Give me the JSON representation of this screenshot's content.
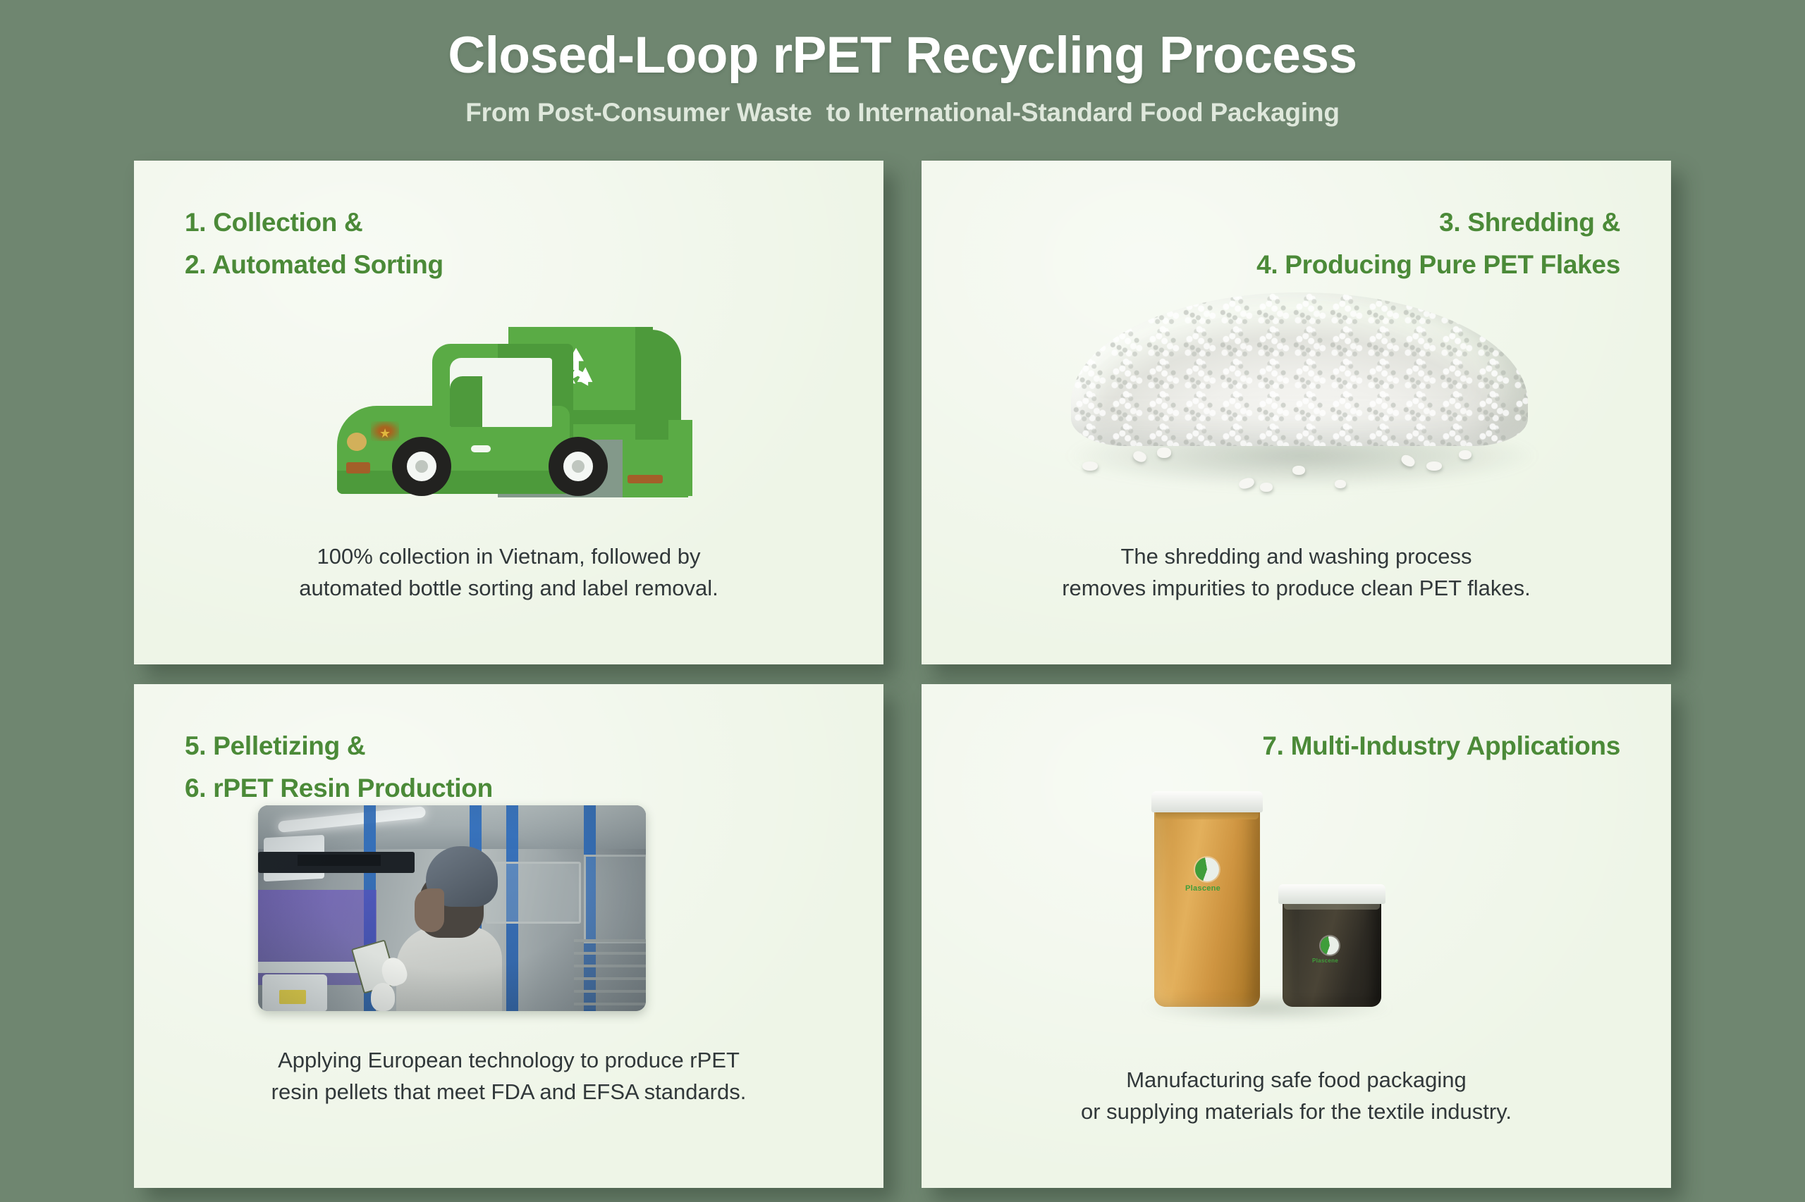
{
  "header": {
    "title": "Closed-Loop rPET Recycling Process",
    "subtitle": "From Post-Consumer Waste  to International-Standard Food Packaging"
  },
  "theme": {
    "background": "#6f8670",
    "card_background": "#eef5e7",
    "heading_green": "#4b8a38",
    "title_white": "#ffffff",
    "subtitle_green": "#dfe8dc",
    "body_text": "#31383a"
  },
  "cards": [
    {
      "id": "collection-sorting",
      "heading_align": "left",
      "heading_lines": [
        "1. Collection &",
        "2. Automated Sorting"
      ],
      "caption_lines": [
        "100% collection in Vietnam, followed by",
        "automated bottle sorting and label removal."
      ],
      "media": {
        "type": "illustration",
        "name": "recycling-truck-illustration",
        "alt": "Green recycling garbage truck with white recycling symbol and Vietnam flag star emblem"
      }
    },
    {
      "id": "shredding-flakes",
      "heading_align": "right",
      "heading_lines": [
        "3. Shredding &",
        "4. Producing Pure PET Flakes"
      ],
      "caption_lines": [
        "The shredding and washing process",
        "removes impurities to produce clean PET flakes."
      ],
      "media": {
        "type": "photo",
        "name": "pet-pellet-pile-photo",
        "alt": "Pile of white PET resin pellets with loose pellets scattered in front"
      }
    },
    {
      "id": "pelletizing-resin",
      "heading_align": "left",
      "heading_lines": [
        "5. Pelletizing &",
        "6. rPET Resin Production"
      ],
      "caption_lines": [
        "Applying European technology to produce rPET",
        "resin pellets that meet FDA and EFSA standards."
      ],
      "media": {
        "type": "photo",
        "name": "factory-worker-photo",
        "alt": "Factory worker wearing hairnet holding a clipboard beside blue production machinery"
      }
    },
    {
      "id": "multi-industry-applications",
      "heading_align": "right",
      "heading_lines": [
        "7. Multi-Industry Applications"
      ],
      "caption_lines": [
        "Manufacturing safe food packaging",
        "or supplying materials for the textile industry."
      ],
      "media": {
        "type": "photo",
        "name": "product-jars-photo",
        "alt": "Two rPET jars with white lids, a tall amber jar and a short dark jar",
        "brand": "Plascene"
      }
    }
  ]
}
